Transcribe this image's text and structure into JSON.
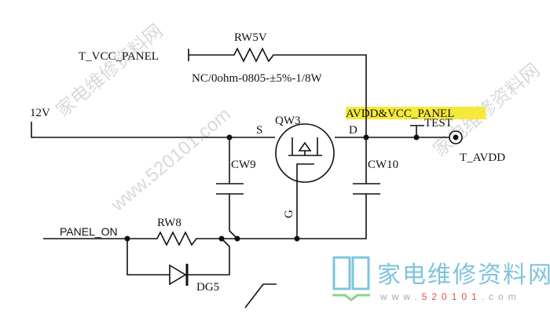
{
  "schematic": {
    "nets": {
      "t_vcc_panel": "T_VCC_PANEL",
      "v12": "12V",
      "panel_on": "PANEL_ON",
      "avdd_vcc_panel": "AVDD&VCC_PANEL",
      "t_avdd": "T_AVDD",
      "test": "TEST"
    },
    "components": {
      "rw5v": {
        "ref": "RW5V",
        "value": "NC/0ohm-0805-±5%-1/8W"
      },
      "qw3": {
        "ref": "QW3",
        "source": "S",
        "drain": "D",
        "gate": "G"
      },
      "cw9": {
        "ref": "CW9"
      },
      "cw10": {
        "ref": "CW10"
      },
      "rw8": {
        "ref": "RW8"
      },
      "dg5": {
        "ref": "DG5"
      }
    },
    "highlight_color": "#f5ea3a"
  },
  "watermark": {
    "site_name": "家电维修资料网",
    "url_prefix": "www.",
    "url_number": "520101",
    "url_suffix": ".com",
    "diag_text": "www.520101.com",
    "logo_color": "#7fc4dc",
    "number_color": "#e05050"
  }
}
